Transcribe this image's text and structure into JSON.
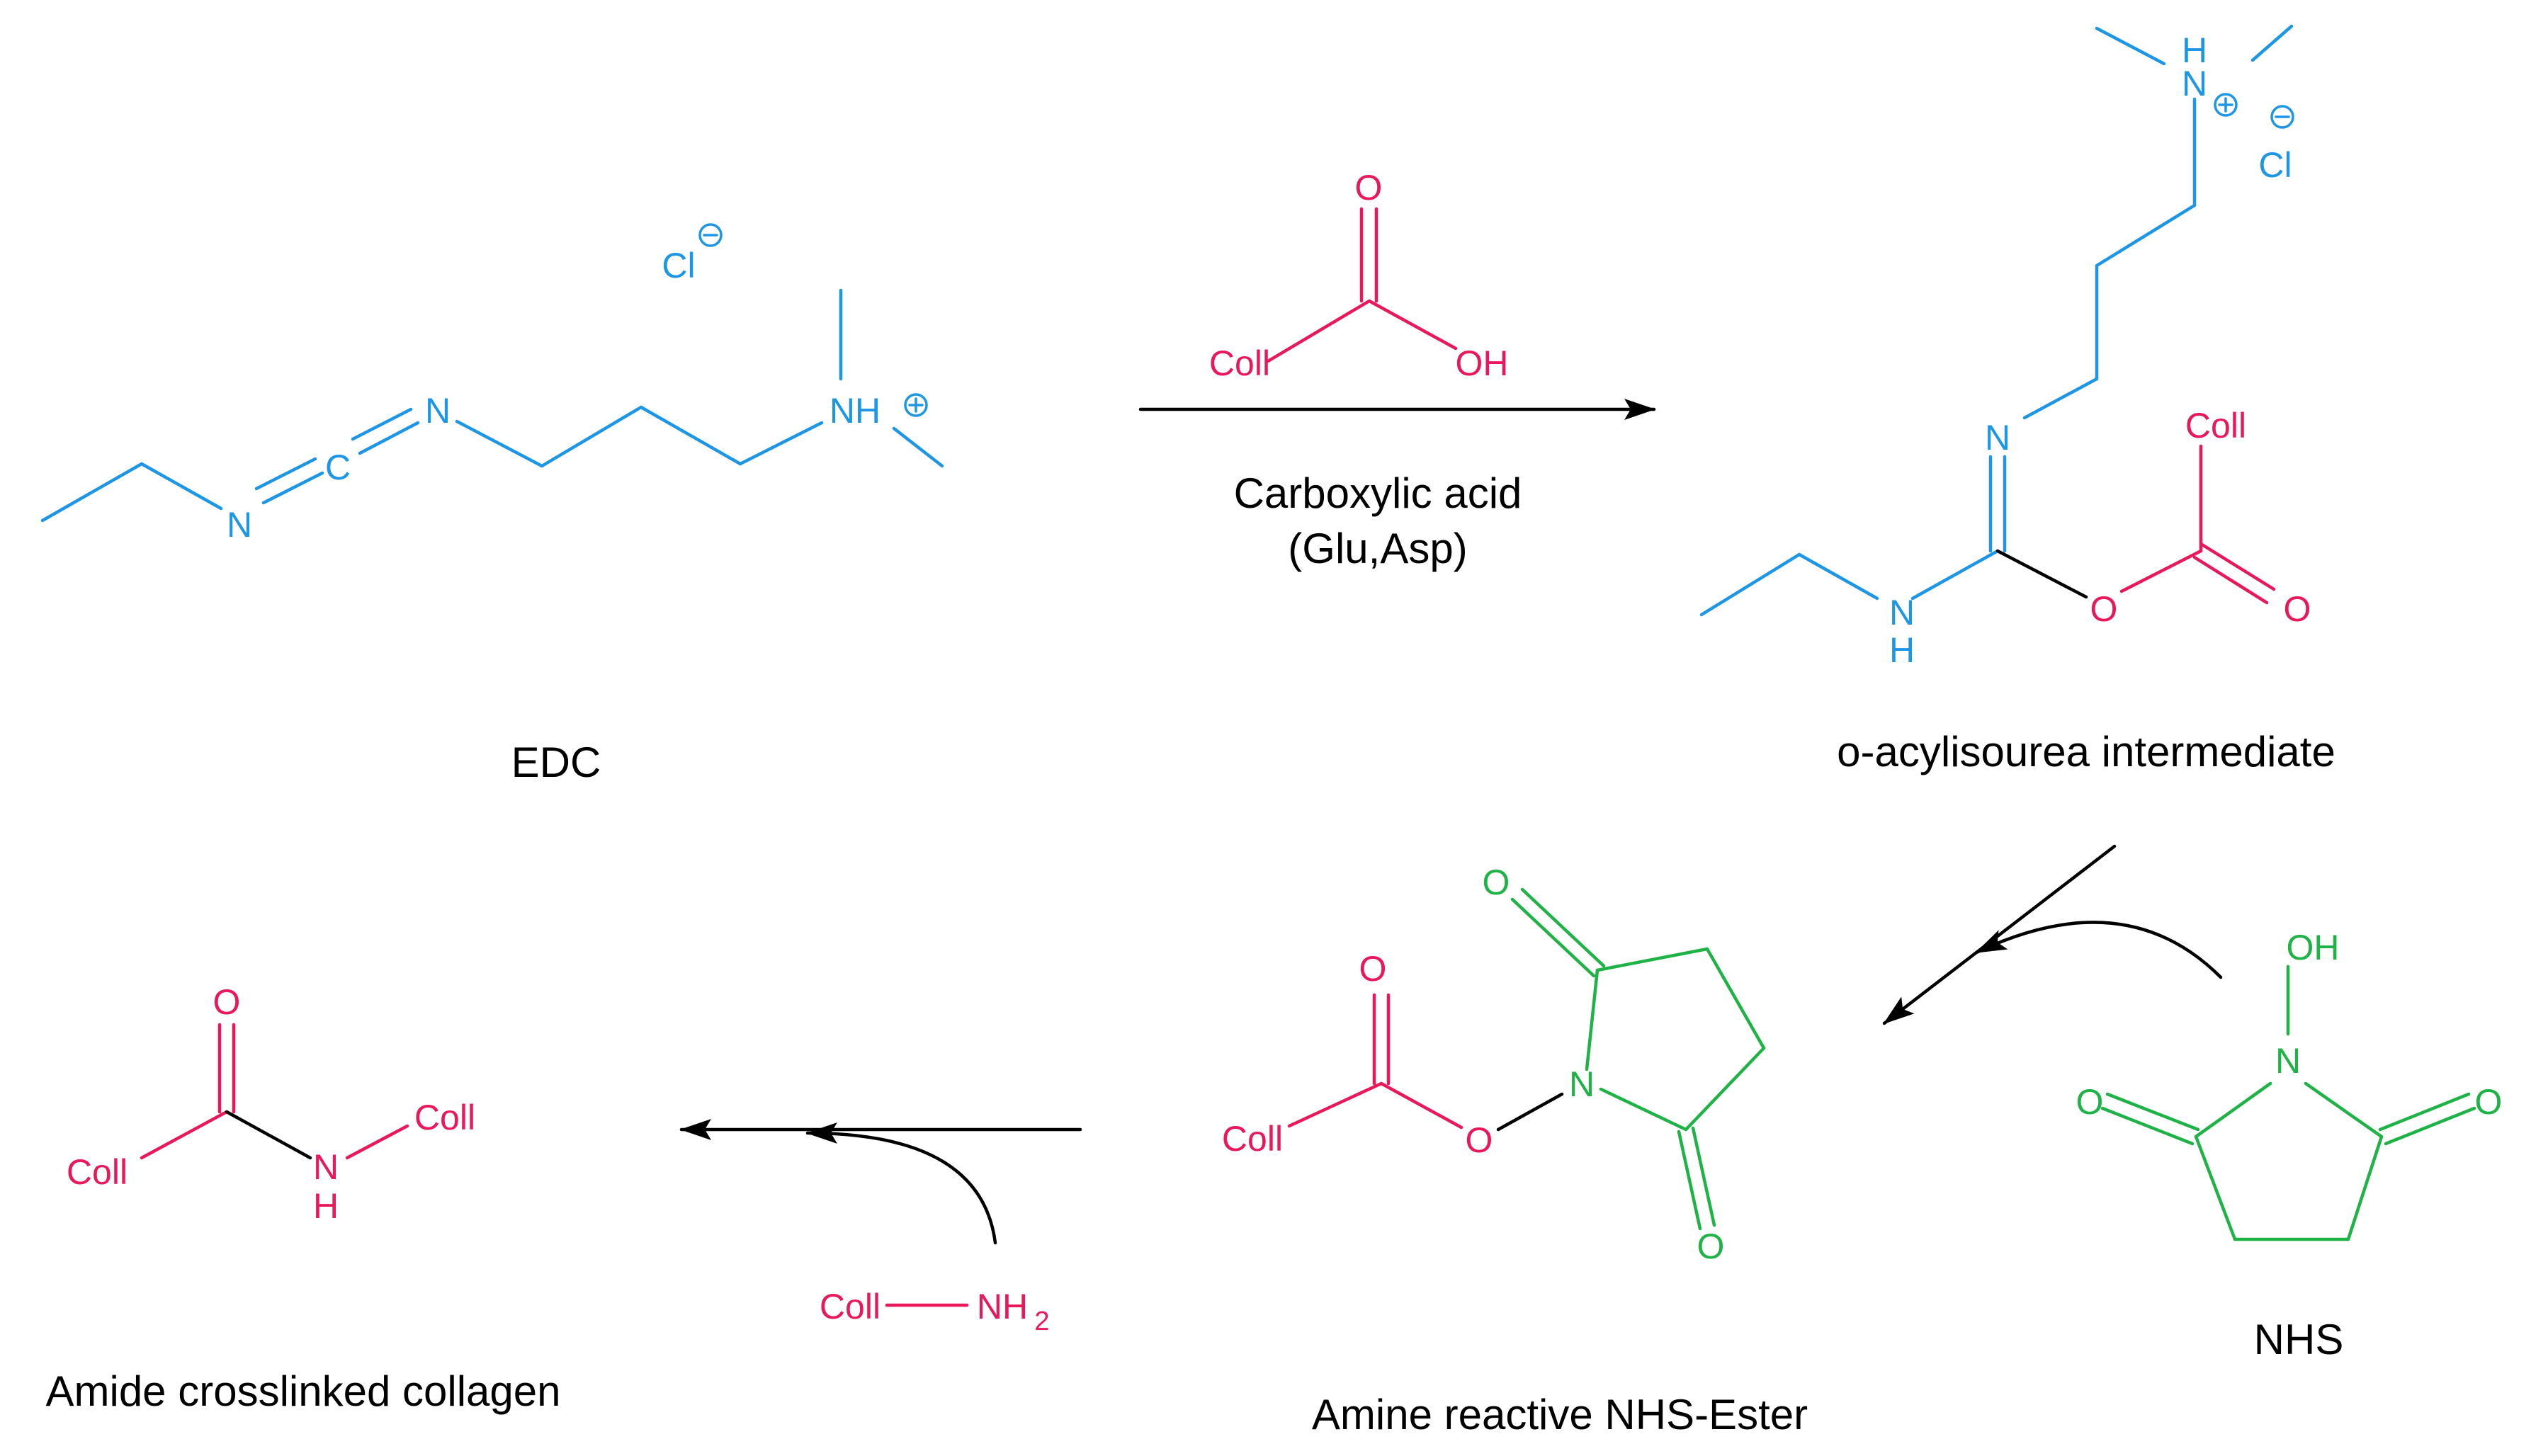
{
  "colors": {
    "edc": "#1e96e6",
    "collagen": "#e8185a",
    "nhs": "#1fb246",
    "arrow": "#000000"
  },
  "labels": {
    "edc": "EDC",
    "intermediate": "o-acylisourea intermediate",
    "nhs": "NHS",
    "nhs_ester": "Amine reactive NHS-Ester",
    "product": "Amide crosslinked collagen",
    "reagent_line1": "Carboxylic acid",
    "reagent_line2": "(Glu,Asp)"
  },
  "atoms": {
    "cl": "Cl",
    "nh": "NH",
    "n": "N",
    "c": "C",
    "h": "H",
    "o": "O",
    "oh": "OH",
    "coll": "Coll",
    "nh2": "NH",
    "sub2": "2"
  }
}
